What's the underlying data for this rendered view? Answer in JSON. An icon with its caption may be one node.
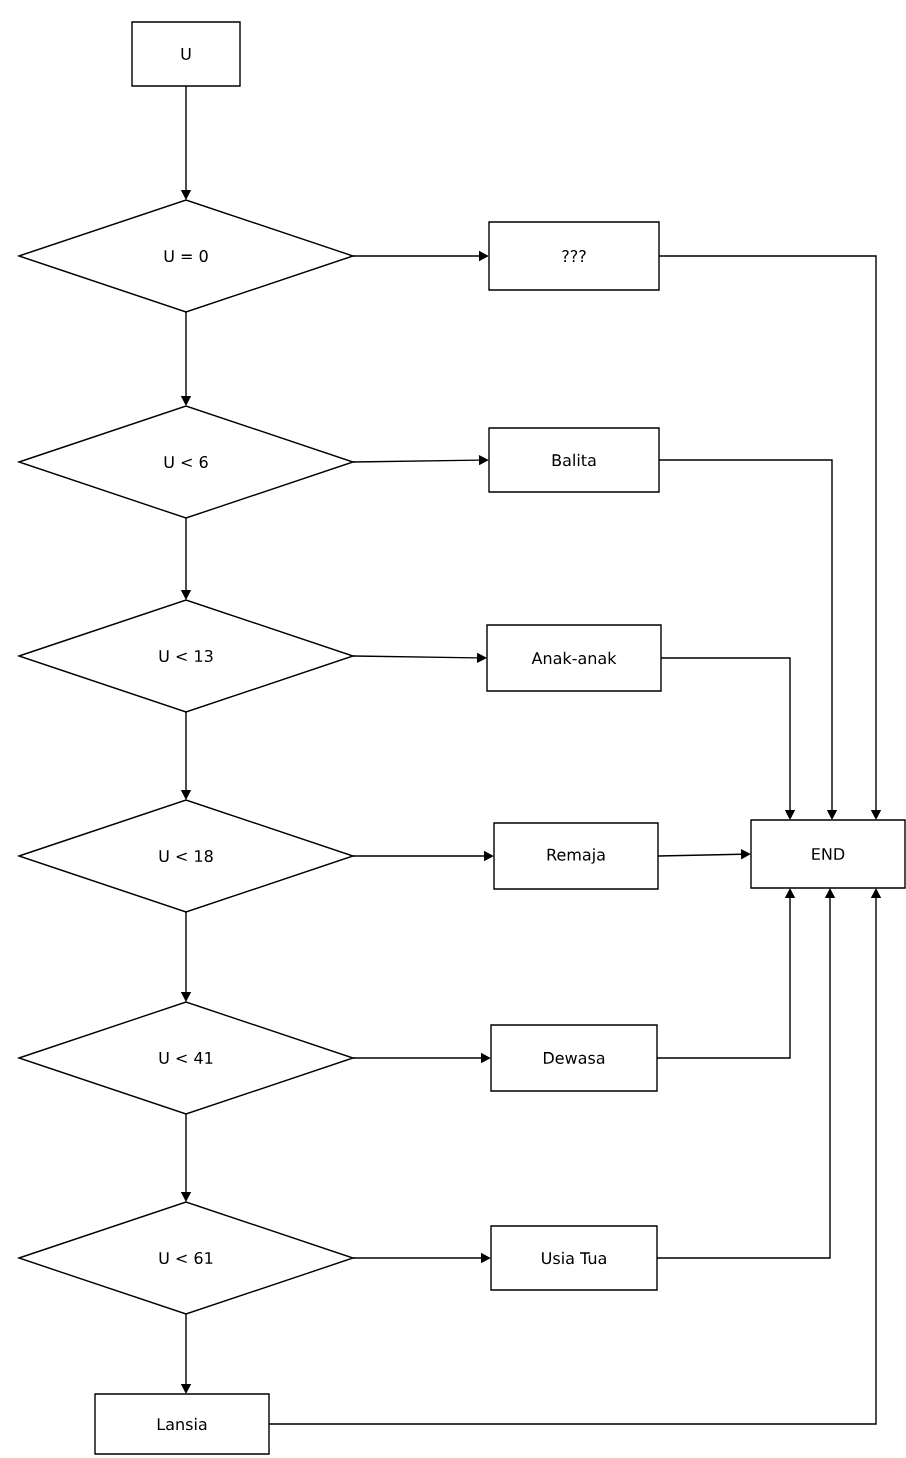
{
  "diagram": {
    "nodes": [
      {
        "text": [
          "U"
        ]
      },
      {
        "text": [
          "U = 0"
        ]
      },
      {
        "text": [
          "???"
        ]
      },
      {
        "text": [
          "U < 6"
        ]
      },
      {
        "text": [
          "Balita"
        ]
      },
      {
        "text": [
          "U < 13"
        ]
      },
      {
        "text": [
          "Anak-anak"
        ]
      },
      {
        "text": [
          "U < 18"
        ]
      },
      {
        "text": [
          "Remaja"
        ]
      },
      {
        "text": [
          "END"
        ]
      },
      {
        "text": [
          "U < 41"
        ]
      },
      {
        "text": [
          "Dewasa"
        ]
      },
      {
        "text": [
          "U < 61"
        ]
      },
      {
        "text": [
          "Usia Tua"
        ]
      },
      {
        "text": [
          "Lansia"
        ]
      }
    ],
    "edges": [
      {
        "from": 0,
        "to": 1,
        "arrow": "to"
      },
      {
        "from": 1,
        "to": 2,
        "arrow": "to"
      },
      {
        "from": 1,
        "to": 3,
        "arrow": "to"
      },
      {
        "from": 3,
        "to": 4,
        "arrow": "to"
      },
      {
        "from": 3,
        "to": 5,
        "arrow": "to"
      },
      {
        "from": 5,
        "to": 6,
        "arrow": "to"
      },
      {
        "from": 5,
        "to": 7,
        "arrow": "to"
      },
      {
        "from": 7,
        "to": 8,
        "arrow": "to"
      },
      {
        "from": 7,
        "to": 10,
        "arrow": "to"
      },
      {
        "from": 10,
        "to": 11,
        "arrow": "to"
      },
      {
        "from": 10,
        "to": 12,
        "arrow": "to"
      },
      {
        "from": 12,
        "to": 13,
        "arrow": "to"
      },
      {
        "from": 12,
        "to": 14,
        "arrow": "to"
      },
      {
        "from": 2,
        "to": 9,
        "arrow": "to"
      },
      {
        "from": 4,
        "to": 9,
        "arrow": "to"
      },
      {
        "from": 6,
        "to": 9,
        "arrow": "to"
      },
      {
        "from": 8,
        "to": 9,
        "arrow": "to"
      },
      {
        "from": 11,
        "to": 9,
        "arrow": "to"
      },
      {
        "from": 13,
        "to": 9,
        "arrow": "to"
      },
      {
        "from": 14,
        "to": 9,
        "arrow": "to"
      }
    ]
  }
}
